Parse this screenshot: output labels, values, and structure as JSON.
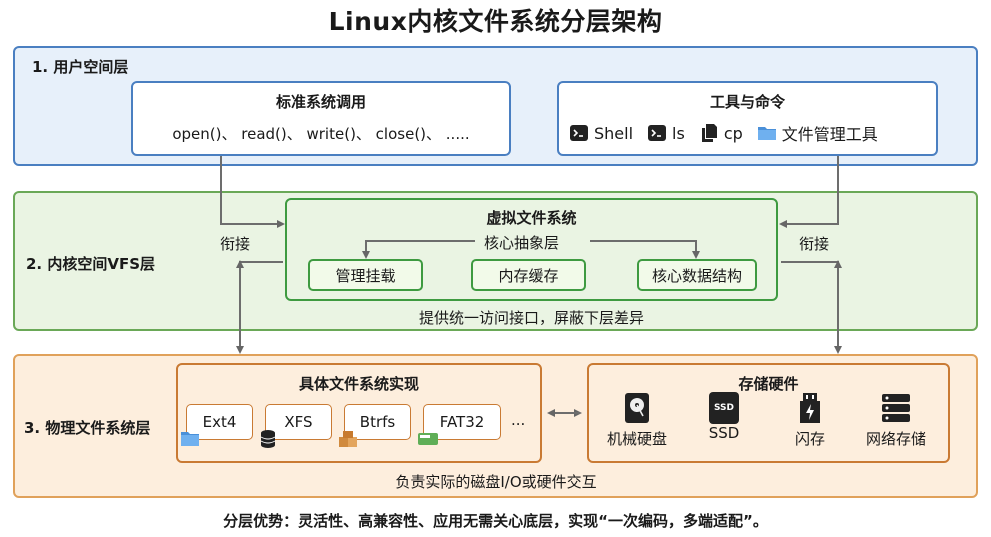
{
  "title": "Linux内核文件系统分层架构",
  "colors": {
    "user_layer": "#e7f0fa",
    "user_border": "#4a7fc1",
    "vfs_layer": "#eaf4e3",
    "vfs_border": "#6aa857",
    "phys_layer": "#fdeedd",
    "phys_border": "#e0a15a"
  },
  "user_layer": {
    "label": "1. 用户空间层",
    "syscalls": {
      "title": "标准系统调用",
      "calls": "open()、 read()、 write()、 close()、 ....."
    },
    "tools": {
      "title": "工具与命令",
      "items": [
        {
          "icon": "terminal-icon",
          "label": "Shell"
        },
        {
          "icon": "terminal-icon",
          "label": "ls"
        },
        {
          "icon": "copy-icon",
          "label": "cp"
        },
        {
          "icon": "folder-icon",
          "label": "文件管理工具"
        }
      ]
    }
  },
  "vfs_layer": {
    "label": "2. 内核空间VFS层",
    "box_title": "虚拟文件系统",
    "abstraction_label": "核心抽象层",
    "components": [
      "管理挂载",
      "内存缓存",
      "核心数据结构"
    ],
    "note": "提供统一访问接口，屏蔽下层差异",
    "join_left": "衔接",
    "join_right": "衔接"
  },
  "phys_layer": {
    "label": "3. 物理文件系统层",
    "fs_title": "具体文件系统实现",
    "filesystems": [
      {
        "name": "Ext4",
        "icon": "folder-icon"
      },
      {
        "name": "XFS",
        "icon": "database-icon"
      },
      {
        "name": "Btrfs",
        "icon": "boxes-icon"
      },
      {
        "name": "FAT32",
        "icon": "drive-icon"
      }
    ],
    "fs_more": "...",
    "hw_title": "存储硬件",
    "hardware": [
      {
        "name": "机械硬盘",
        "icon": "hdd-icon"
      },
      {
        "name": "SSD",
        "icon": "ssd-icon"
      },
      {
        "name": "闪存",
        "icon": "flash-icon"
      },
      {
        "name": "网络存储",
        "icon": "server-icon"
      }
    ],
    "hw_icon_text": {
      "ssd": "SSD"
    },
    "note": "负责实际的磁盘I/O或硬件交互"
  },
  "footer": "分层优势：灵活性、高兼容性、应用无需关心底层，实现“一次编码，多端适配”。"
}
